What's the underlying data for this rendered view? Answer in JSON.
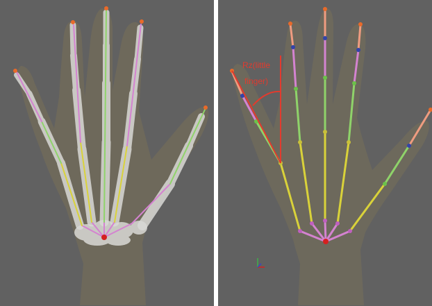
{
  "panels": [
    {
      "id": "left",
      "content": "hand-skeleton-xray-with-joint-rig"
    },
    {
      "id": "right",
      "content": "hand-joint-rig-only"
    }
  ],
  "annotation": {
    "line1": "Rz(little",
    "line2": "finger)"
  },
  "colors": {
    "background": "#616161",
    "annotation": "#e23b2e",
    "fingertip": "#e86a2a",
    "joint_blue": "#3344aa",
    "bone_pink": "#d483d0",
    "bone_green": "#8fd36a",
    "bone_yellow": "#d9d23a",
    "wrist_root": "#d42020"
  }
}
